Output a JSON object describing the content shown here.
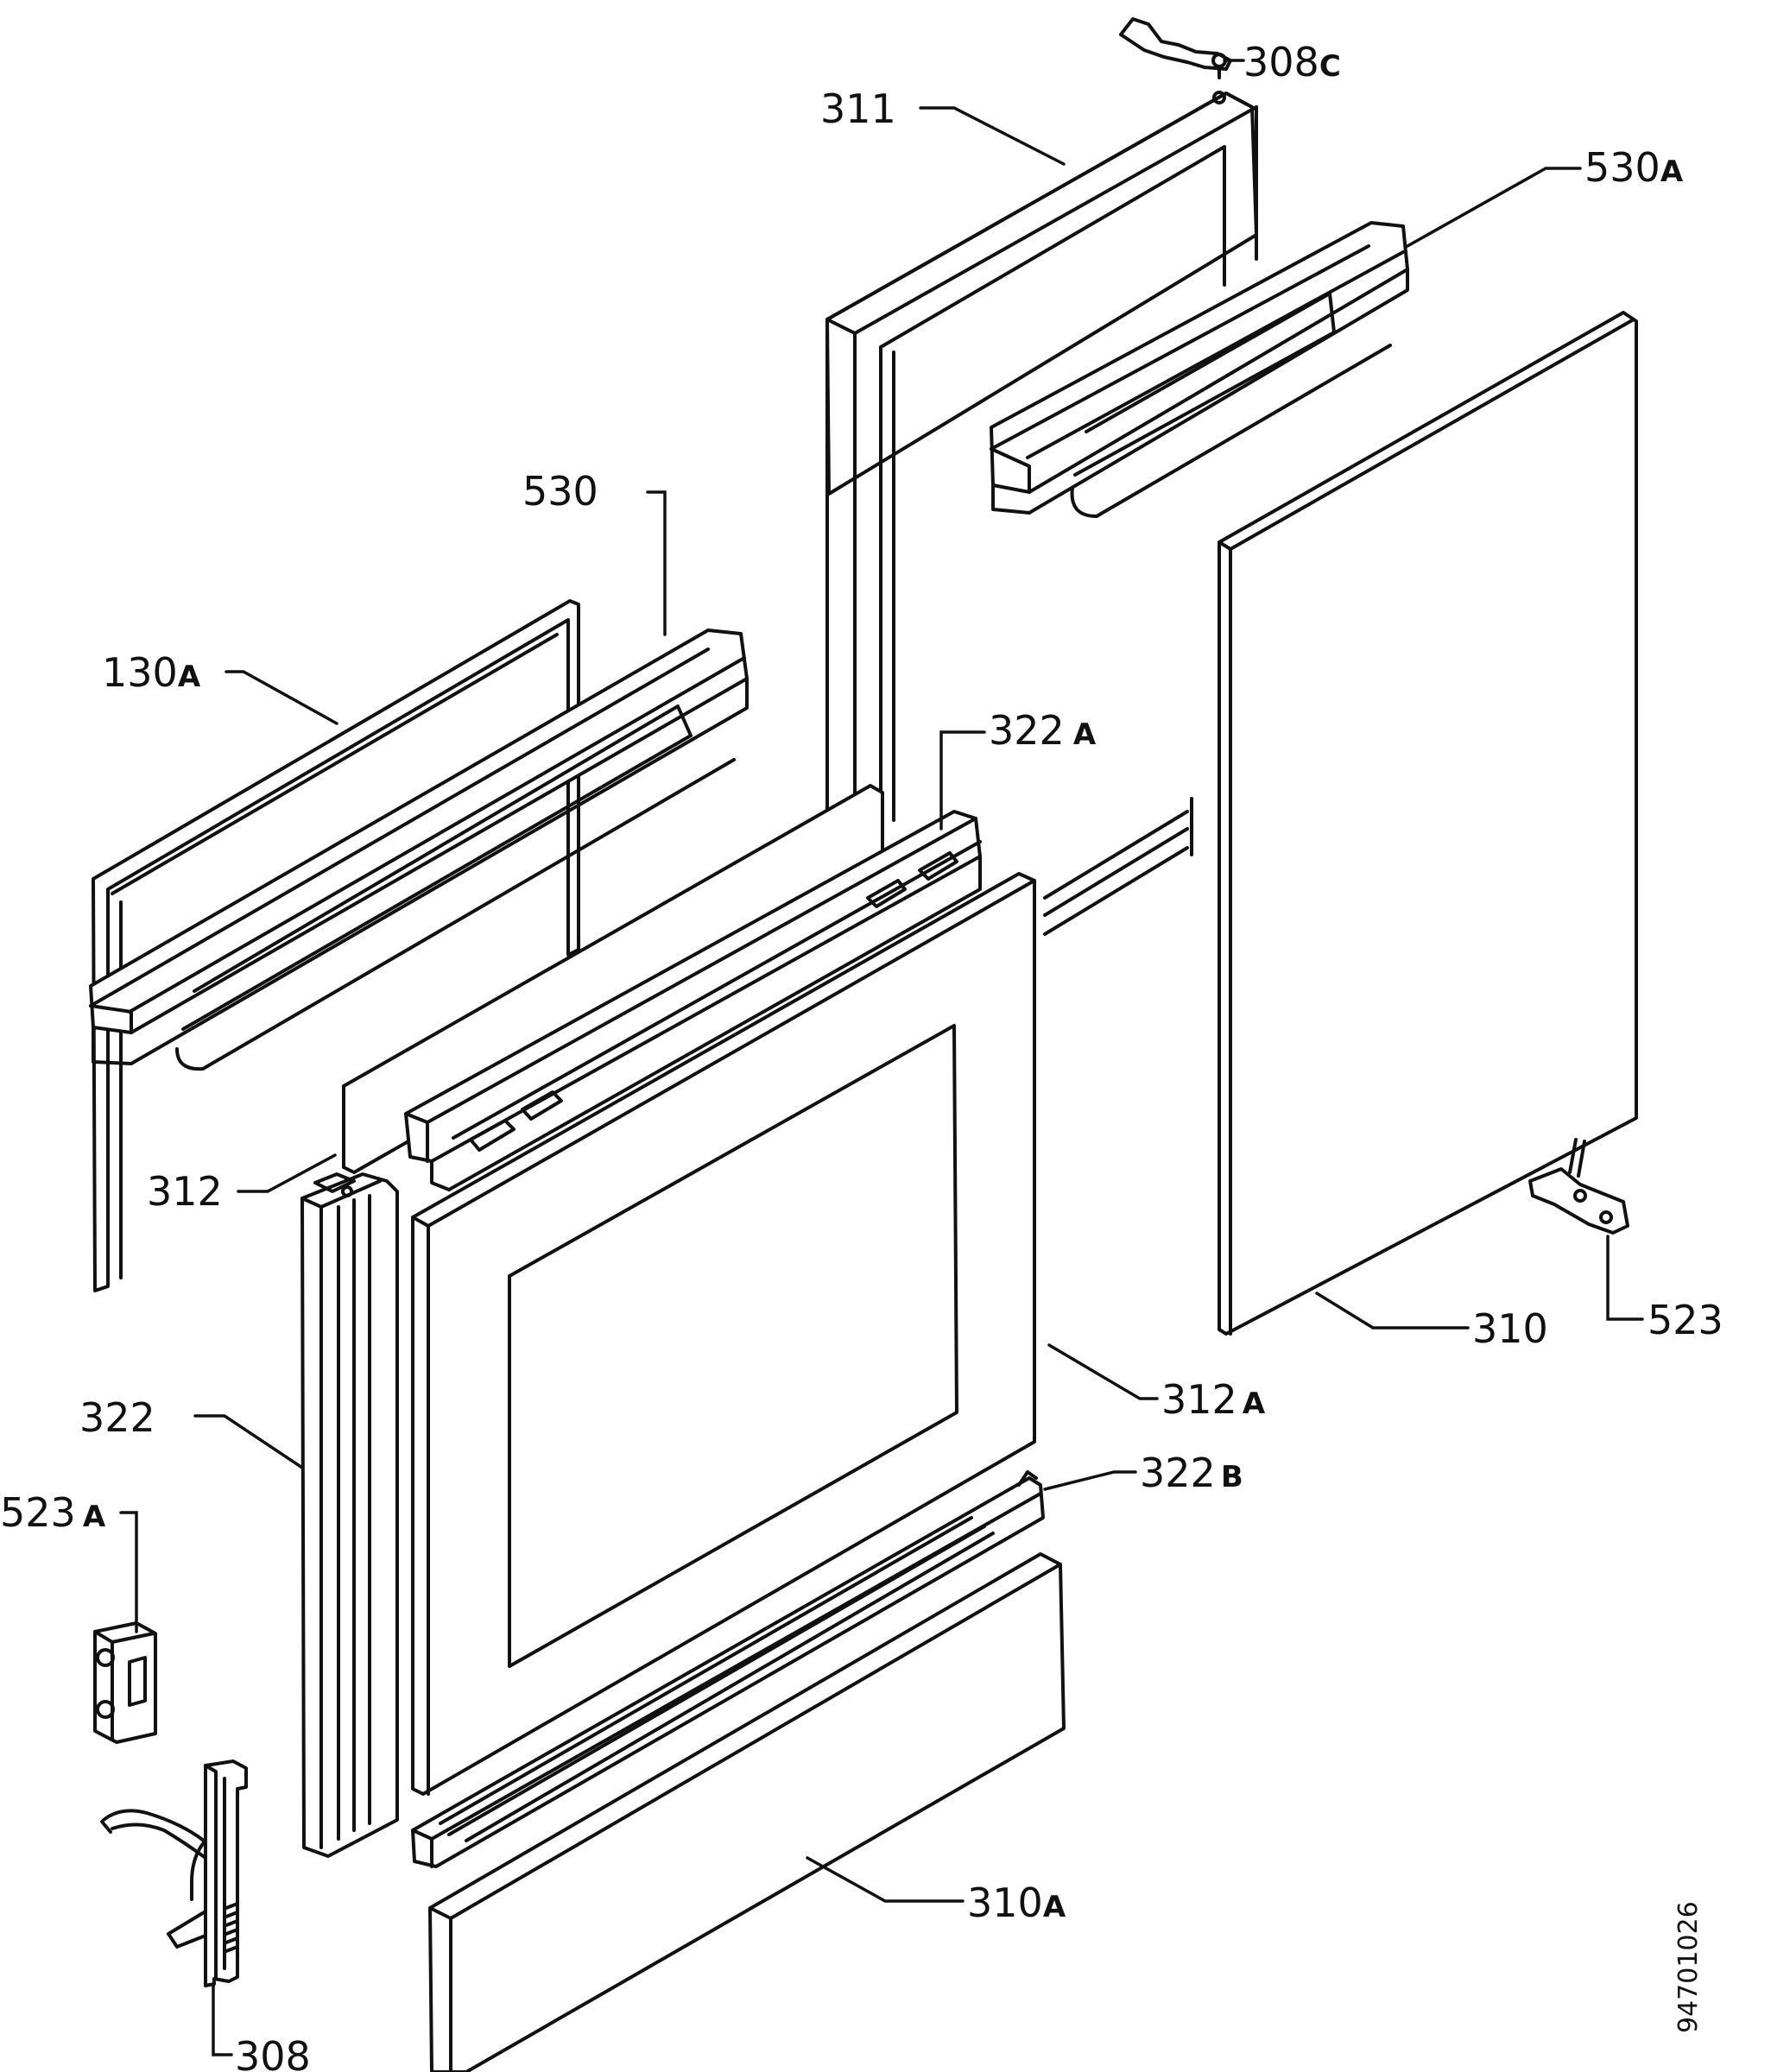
{
  "drawing_number": "94701026",
  "labels": {
    "p308c": {
      "num": "308",
      "suf": "C"
    },
    "p311": {
      "num": "311",
      "suf": ""
    },
    "p530a": {
      "num": "530",
      "suf": "A"
    },
    "p530": {
      "num": "530",
      "suf": ""
    },
    "p130a": {
      "num": "130",
      "suf": "A"
    },
    "p322a": {
      "num": "322",
      "suf": "A"
    },
    "p312": {
      "num": "312",
      "suf": ""
    },
    "p310": {
      "num": "310",
      "suf": ""
    },
    "p523": {
      "num": "523",
      "suf": ""
    },
    "p312a": {
      "num": "312",
      "suf": "A"
    },
    "p322": {
      "num": "322",
      "suf": ""
    },
    "p322b": {
      "num": "322",
      "suf": "B"
    },
    "p523a": {
      "num": "523",
      "suf": "A"
    },
    "p310a": {
      "num": "310",
      "suf": "A"
    },
    "p308": {
      "num": "308",
      "suf": ""
    }
  }
}
